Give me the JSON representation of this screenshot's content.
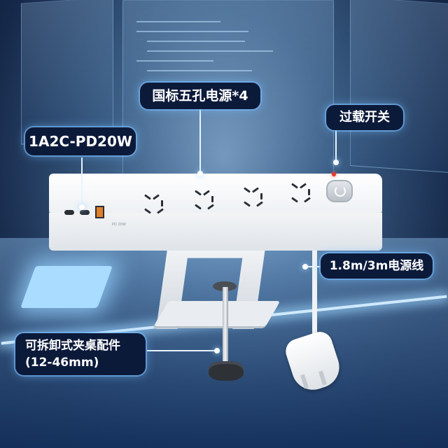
{
  "labels": {
    "outlets": "国标五孔电源*4",
    "usb_ports": "1A2C-PD20W",
    "overload_switch": "过载开关",
    "cable_length": "1.8m/3m电源线",
    "clamp_line1": "可拆卸式夹桌配件",
    "clamp_line2": "(12-46mm)"
  },
  "device": {
    "pd_mark": "PD 20W"
  },
  "colors": {
    "label_bg": "#0c1a3a",
    "label_glow": "#78beff",
    "device_white": "#f2f4f6",
    "usb_a_accent": "#e0802a",
    "indicator_red": "#e23a2a",
    "switch_gray": "#c9cfd6"
  }
}
